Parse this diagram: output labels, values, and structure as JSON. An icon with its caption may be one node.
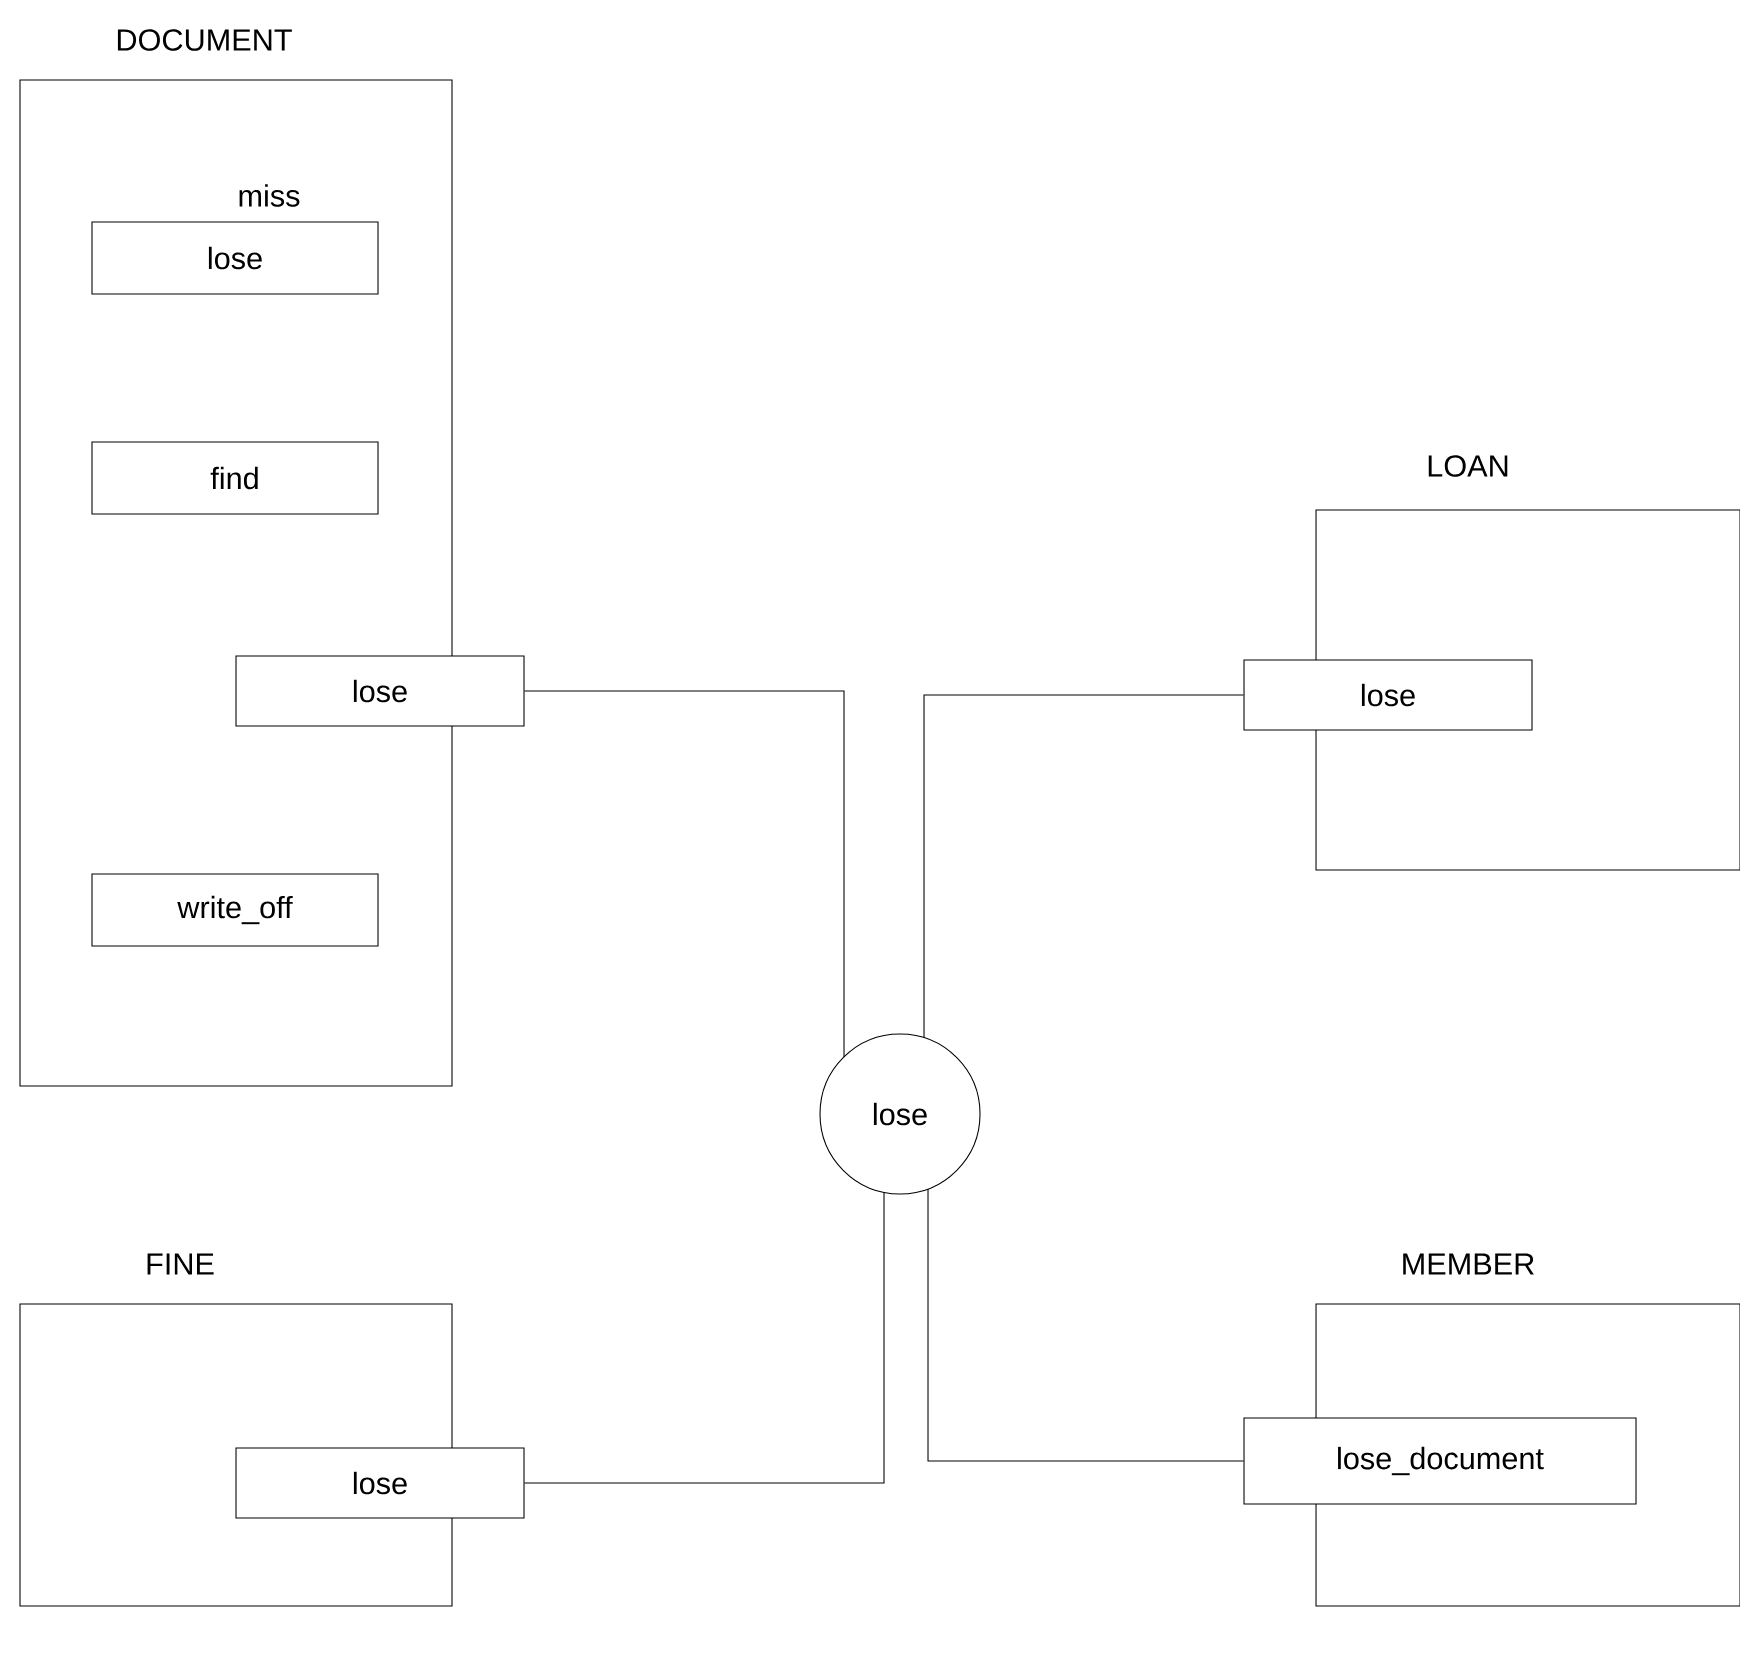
{
  "diagram": {
    "nodes": [
      {
        "text": [
          "DOCUMENT"
        ]
      },
      {
        "text": [
          "lose"
        ],
        "in": 0,
        "beside": [
          "miss"
        ]
      },
      {
        "text": [
          "find"
        ],
        "in": 0
      },
      {
        "text": [
          "lose"
        ]
      },
      {
        "text": [
          "write_off"
        ],
        "in": 0
      },
      {
        "text": [
          "LOAN"
        ]
      },
      {
        "text": [
          "lose"
        ]
      },
      {
        "text": [
          "lose"
        ]
      },
      {
        "text": [
          "FINE"
        ]
      },
      {
        "text": [
          "lose"
        ]
      },
      {
        "text": [
          "MEMBER"
        ]
      },
      {
        "text": [
          "lose_document"
        ]
      }
    ],
    "edges": [
      {
        "from": 3,
        "to": 7,
        "arrow": "none"
      },
      {
        "from": 6,
        "to": 7,
        "arrow": "none"
      },
      {
        "from": 9,
        "to": 7,
        "arrow": "none"
      },
      {
        "from": 11,
        "to": 7,
        "arrow": "none"
      }
    ]
  }
}
